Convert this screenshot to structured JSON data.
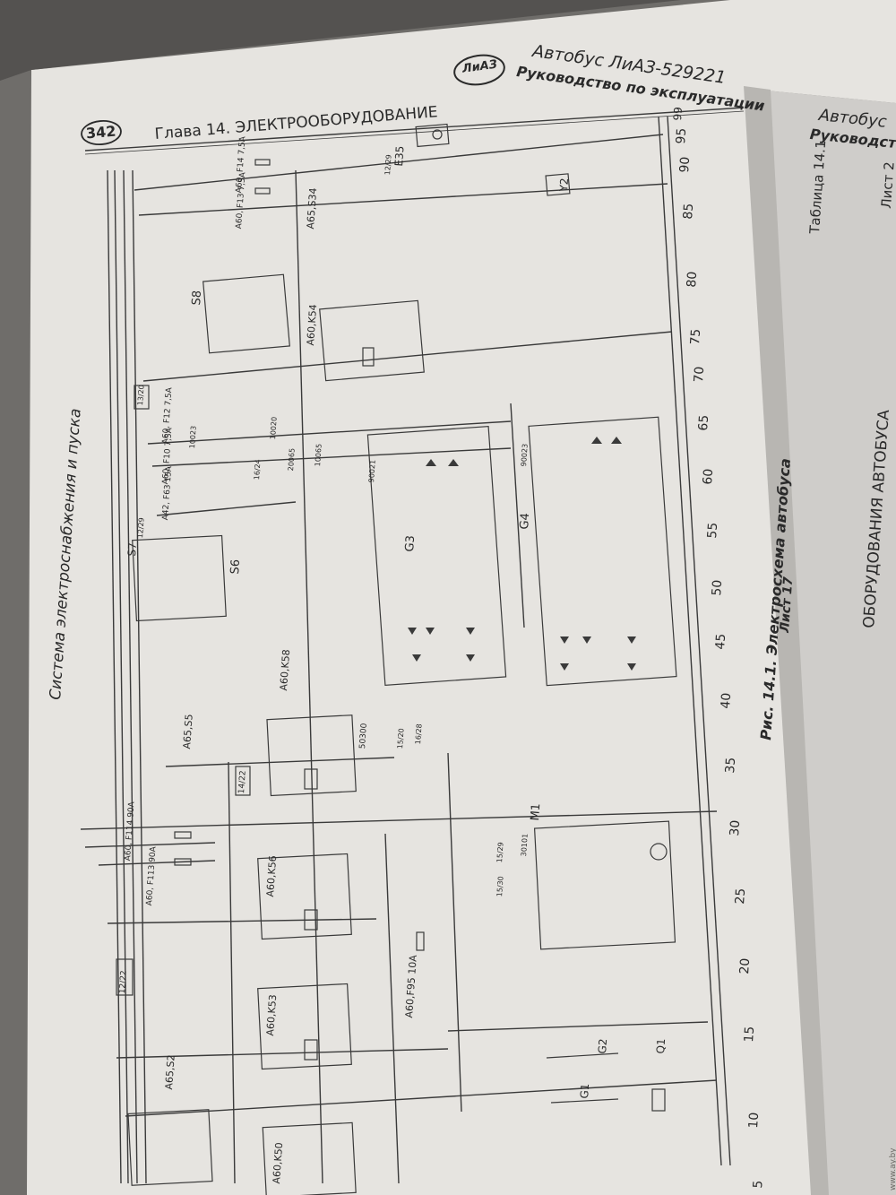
{
  "header": {
    "page_number": "342",
    "chapter": "Глава 14. ЭЛЕКТРООБОРУДОВАНИЕ",
    "logo_text": "ЛиАЗ",
    "bus_model": "Автобус ЛиАЗ-529221",
    "manual_title": "Руководство по эксплуатации"
  },
  "right_page": {
    "bus": "Автобус",
    "manual": "Руководств",
    "table_label": "Таблица 14.1",
    "sheet_label": "Лист 2",
    "vertical_title": "ОБОРУДОВАНИЯ АВТОБУСА"
  },
  "figure": {
    "caption": "Рис. 14.1. Электросхема автобуса",
    "sheet": "Лист 17",
    "system_label": "Система электроснабжения и пуска"
  },
  "scale": [
    "5",
    "10",
    "15",
    "20",
    "25",
    "30",
    "35",
    "40",
    "45",
    "50",
    "55",
    "60",
    "65",
    "70",
    "75",
    "80",
    "85",
    "90",
    "95",
    "99"
  ],
  "components": {
    "e35": "E35",
    "y2": "Y2",
    "s8": "S8",
    "k54": "A60,K54",
    "s34": "A65,S34",
    "f14": "A60, F14 7,5A",
    "f13": "A60, F13 7,5A",
    "f12": "A60, F12 7,5A",
    "f10": "A60, F10 7,5A",
    "f63": "A42, F63 15A",
    "s7": "S7",
    "s6": "S6",
    "k58": "A60,K58",
    "s5": "A65,S5",
    "g3": "G3",
    "g4": "G4",
    "m1": "M1",
    "f114": "A60, F114 90A",
    "f113": "A60, F113 90A",
    "k56": "A60,K56",
    "f95": "A60,F95 10A",
    "k53": "A60,K53",
    "s2": "A65,S2",
    "k50": "A60,K50",
    "g1": "G1",
    "g2": "G2",
    "q1": "Q1"
  },
  "refs": [
    "14/22",
    "12/22",
    "13/20",
    "12/29",
    "12/29",
    "15/20",
    "15/29",
    "15/30",
    "16/24",
    "16/28"
  ],
  "codes": [
    "50300",
    "10023",
    "10020",
    "10065",
    "20065",
    "90021",
    "90023",
    "30101"
  ],
  "watermark": "www.ay.by"
}
